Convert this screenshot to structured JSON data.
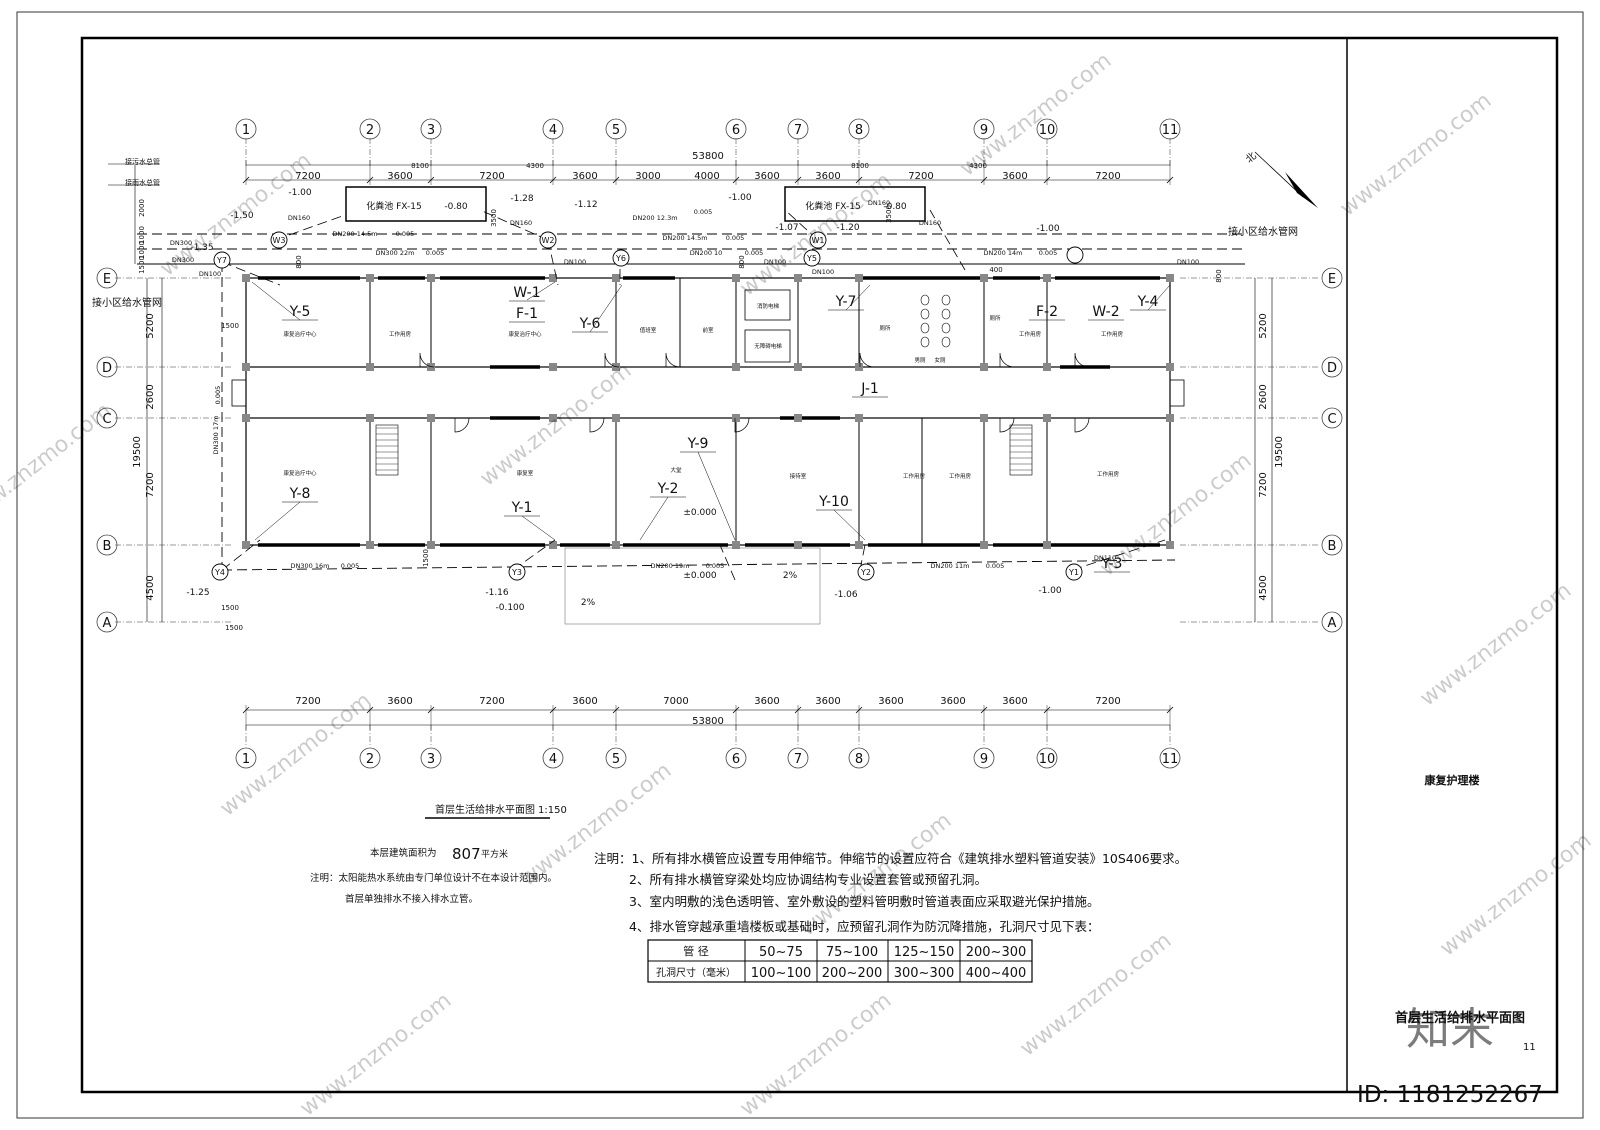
{
  "grid": {
    "cols": [
      "1",
      "2",
      "3",
      "4",
      "5",
      "6",
      "7",
      "8",
      "9",
      "10",
      "11"
    ],
    "rows": [
      "E",
      "D",
      "C",
      "B",
      "A"
    ]
  },
  "dims": {
    "total": "53800",
    "top_row1": [
      "7200",
      "3600",
      "7200",
      "3600",
      "3000",
      "4000",
      "3600",
      "3600",
      "7200",
      "3600",
      "7200"
    ],
    "top_row0": [
      "8100",
      "4300",
      "8100",
      "4300"
    ],
    "bottom": [
      "7200",
      "3600",
      "7200",
      "3600",
      "7000",
      "3600",
      "3600",
      "3600",
      "3600",
      "3600",
      "7200"
    ],
    "left": [
      "5200",
      "2600",
      "7200",
      "4500"
    ],
    "left_total": "19500",
    "right": [
      "5200",
      "2600",
      "7200",
      "4500"
    ],
    "right_total": "19500",
    "misc": [
      "1500",
      "1500",
      "1500",
      "2000",
      "1000",
      "1500",
      "1000",
      "3500",
      "3500",
      "800",
      "800",
      "400",
      "800",
      "1500"
    ]
  },
  "tanks": [
    {
      "label": "化粪池 FX-15",
      "elev": "-0.80"
    },
    {
      "label": "化粪池 FX-15",
      "elev": "-0.80"
    }
  ],
  "manholes": [
    "W3",
    "W2",
    "W1",
    "Y7",
    "Y6",
    "Y5",
    "Y4",
    "Y3",
    "Y2",
    "Y1"
  ],
  "elevs": {
    "w3": "-1.50",
    "w3b": "-1.00",
    "y7": "-1.35",
    "w2": "-1.28",
    "y6": "-1.12",
    "w1a": "-1.00",
    "w1b": "-1.07",
    "w1c": "-1.20",
    "east": "-1.00",
    "y4": "-1.25",
    "y3": "-1.16",
    "y3b": "-0.100",
    "y2": "-1.06",
    "y1": "-1.00",
    "floor": "±0.000",
    "ext": "±0.000"
  },
  "pipes": [
    "DN200  14.5m",
    "0.005",
    "DN300  22m",
    "0.005",
    "DN200  12.3m",
    "0.005",
    "DN200  14.5m",
    "0.005",
    "DN200  10",
    "0.005",
    "DN200  14m",
    "0.005",
    "DN300  16m",
    "0.005",
    "DN200  19m",
    "0.005",
    "DN200  11m",
    "0.005",
    "DN300",
    "DN300",
    "DN160",
    "DN160",
    "DN160",
    "DN160",
    "DN100",
    "DN100",
    "DN100",
    "DN100",
    "DN100",
    "DN110",
    "DN300  17m",
    "0.005"
  ],
  "risers": [
    "Y-5",
    "W-1",
    "F-1",
    "Y-6",
    "Y-7",
    "J-1",
    "F-2",
    "W-2",
    "Y-8",
    "Y-1",
    "Y-2",
    "Y-9",
    "Y-10",
    "Y-3",
    "Y-4"
  ],
  "rooms": [
    "康复治疗中心",
    "工作用房",
    "康复治疗中心",
    "值班室",
    "前室",
    "消防电梯",
    "无障碍电梯",
    "厕所",
    "男厕",
    "女厕",
    "厕所",
    "工作用房",
    "工作用房",
    "康复治疗中心",
    "康复室",
    "大堂",
    "接待室",
    "工作用房",
    "工作用房",
    "工作用房"
  ],
  "labels": {
    "sewer_main": "接污水总管",
    "rain_main": "接雨水总管",
    "supply_east": "接小区给水管网",
    "supply_west": "接小区给水管网",
    "north": "北",
    "slope": "2%",
    "slope2": "2%"
  },
  "plan_title": "首层生活给排水平面图",
  "plan_scale": "1:150",
  "area_label": "本层建筑面积为",
  "area_value": "807",
  "area_unit": "平方米",
  "left_notes": [
    "注明：太阳能热水系统由专门单位设计不在本设计范围内。",
    "首层单独排水不接入排水立管。"
  ],
  "notes": [
    "注明：1、所有排水横管应设置专用伸缩节。伸缩节的设置应符合《建筑排水塑料管道安装》10S406要求。",
    "2、所有排水横管穿梁处均应协调结构专业设置套管或预留孔洞。",
    "3、室内明敷的浅色透明管、室外敷设的塑料管明敷时管道表面应采取避光保护措施。",
    "4、排水管穿越承重墙楼板或基础时，应预留孔洞作为防沉降措施，孔洞尺寸见下表："
  ],
  "table": {
    "head": [
      "管        径",
      "50~75",
      "75~100",
      "125~150",
      "200~300"
    ],
    "row": [
      "孔洞尺寸（毫米）",
      "100~100",
      "200~200",
      "300~300",
      "400~400"
    ]
  },
  "title_block": {
    "project": "康复护理楼",
    "drawing": "首层生活给排水平面图",
    "sheet_no": "11"
  },
  "watermark": {
    "text": "www.znzmo.com",
    "brand": "知末",
    "id": "ID: 1181252267"
  }
}
